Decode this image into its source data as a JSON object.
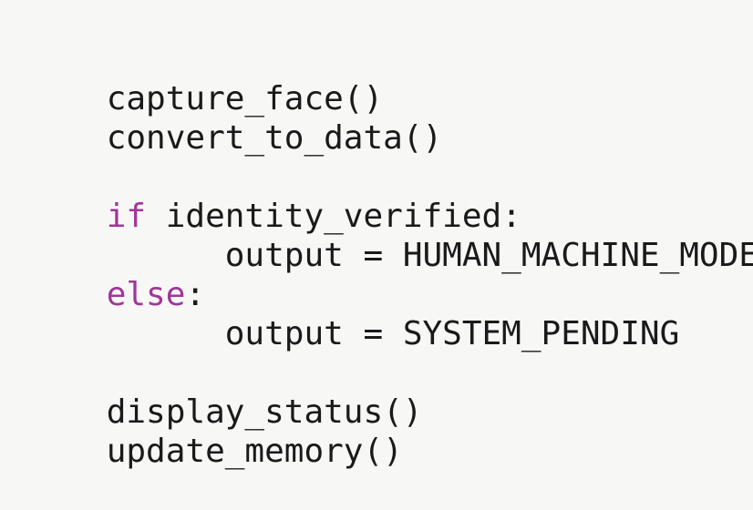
{
  "editor": {
    "background_color": "#f7f7f6",
    "text_color": "#1a1a1a",
    "keyword_color": "#a0369a",
    "indent_unit": "      "
  },
  "code": {
    "lines": [
      {
        "id": "line-1",
        "indent": "",
        "keyword": "",
        "text": "capture_face()"
      },
      {
        "id": "line-2",
        "indent": "",
        "keyword": "",
        "text": "convert_to_data()"
      },
      {
        "id": "line-3",
        "indent": "",
        "keyword": "",
        "text": ""
      },
      {
        "id": "line-4",
        "indent": "",
        "keyword": "if",
        "text": " identity_verified:"
      },
      {
        "id": "line-5",
        "indent": "      ",
        "keyword": "",
        "text": "output = HUMAN_MACHINE_MODE"
      },
      {
        "id": "line-6",
        "indent": "",
        "keyword": "else",
        "text": ":"
      },
      {
        "id": "line-7",
        "indent": "      ",
        "keyword": "",
        "text": "output = SYSTEM_PENDING"
      },
      {
        "id": "line-8",
        "indent": "",
        "keyword": "",
        "text": ""
      },
      {
        "id": "line-9",
        "indent": "",
        "keyword": "",
        "text": "display_status()"
      },
      {
        "id": "line-10",
        "indent": "",
        "keyword": "",
        "text": "update_memory()"
      }
    ]
  }
}
